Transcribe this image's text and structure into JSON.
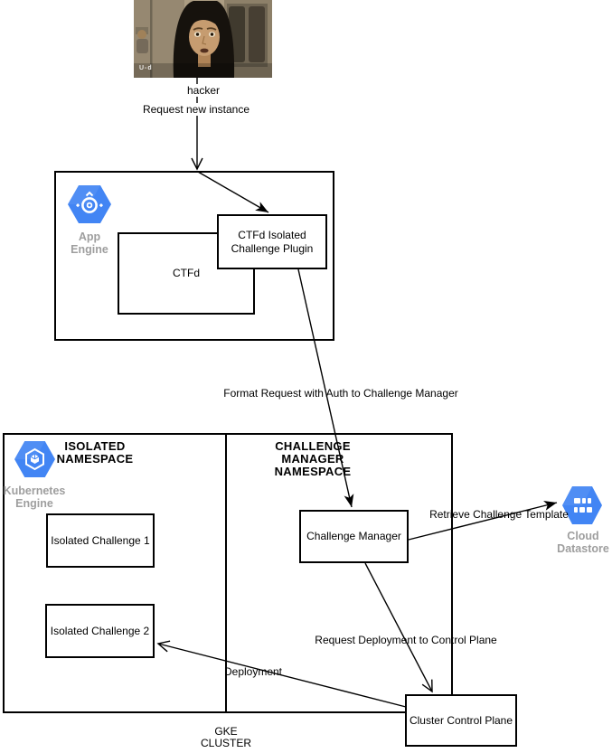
{
  "colors": {
    "gcp_blue": "#4285F4",
    "icon_caption_gray": "#9E9E9E",
    "stroke": "#000000",
    "node_fill": "#FFFFFF"
  },
  "actor": {
    "label": "hacker",
    "image_watermark": "U-d"
  },
  "edges": {
    "request_new_instance": {
      "label": "Request new instance",
      "from": "hacker",
      "to": "app-engine-group",
      "arrowhead": "open"
    },
    "to_plugin": {
      "label": "",
      "from": "app-engine-group-top",
      "to": "ctfd-plugin",
      "arrowhead": "filled"
    },
    "format_request": {
      "label": "Format Request with Auth to Challenge Manager",
      "from": "ctfd-plugin",
      "to": "challenge-manager",
      "arrowhead": "filled"
    },
    "retrieve_template": {
      "label": "Retrieve Challenge Template",
      "from": "challenge-manager",
      "to": "cloud-datastore",
      "arrowhead": "filled"
    },
    "request_deployment": {
      "label": "Request Deployment to Control Plane",
      "from": "challenge-manager",
      "to": "cluster-control-plane",
      "arrowhead": "open"
    },
    "deployment": {
      "label": "Deployment",
      "from": "cluster-control-plane",
      "to": "isolated-challenge-2",
      "arrowhead": "open"
    }
  },
  "app_engine": {
    "service_label": "App\nEngine",
    "nodes": {
      "ctfd": "CTFd",
      "plugin": "CTFd Isolated\nChallenge Plugin"
    }
  },
  "gke": {
    "cluster_label": "GKE\nCLUSTER",
    "service_label": "Kubernetes\nEngine",
    "isolated_namespace": {
      "title": "ISOLATED\nNAMESPACE",
      "nodes": {
        "isolated_challenge_1": "Isolated Challenge 1",
        "isolated_challenge_2": "Isolated Challenge 2"
      }
    },
    "challenge_manager_namespace": {
      "title": "CHALLENGE\nMANAGER\nNAMESPACE",
      "nodes": {
        "challenge_manager": "Challenge Manager",
        "cluster_control_plane": "Cluster Control Plane"
      }
    }
  },
  "datastore": {
    "service_label": "Cloud\nDatastore"
  }
}
